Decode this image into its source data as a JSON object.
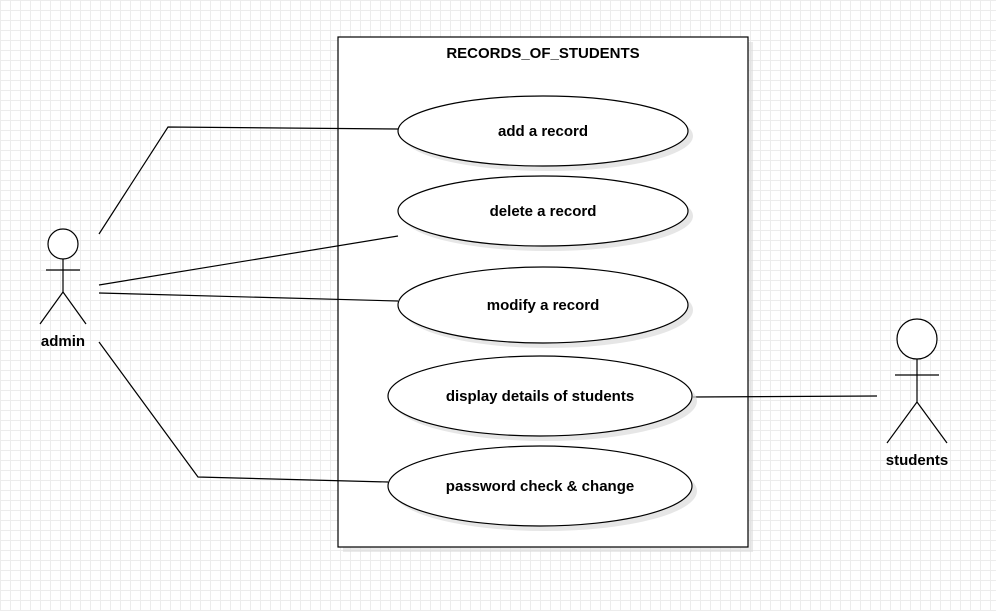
{
  "system": {
    "title": "RECORDS_OF_STUDENTS"
  },
  "actors": {
    "admin": {
      "label": "admin"
    },
    "students": {
      "label": "students"
    }
  },
  "use_cases": [
    {
      "label": "add a record"
    },
    {
      "label": "delete a record"
    },
    {
      "label": "modify a record"
    },
    {
      "label": "display details of students"
    },
    {
      "label": "password check & change"
    }
  ],
  "colors": {
    "stroke": "#000000",
    "fill": "#ffffff",
    "shadow": "#dcdcdc",
    "grid": "#ececec"
  }
}
